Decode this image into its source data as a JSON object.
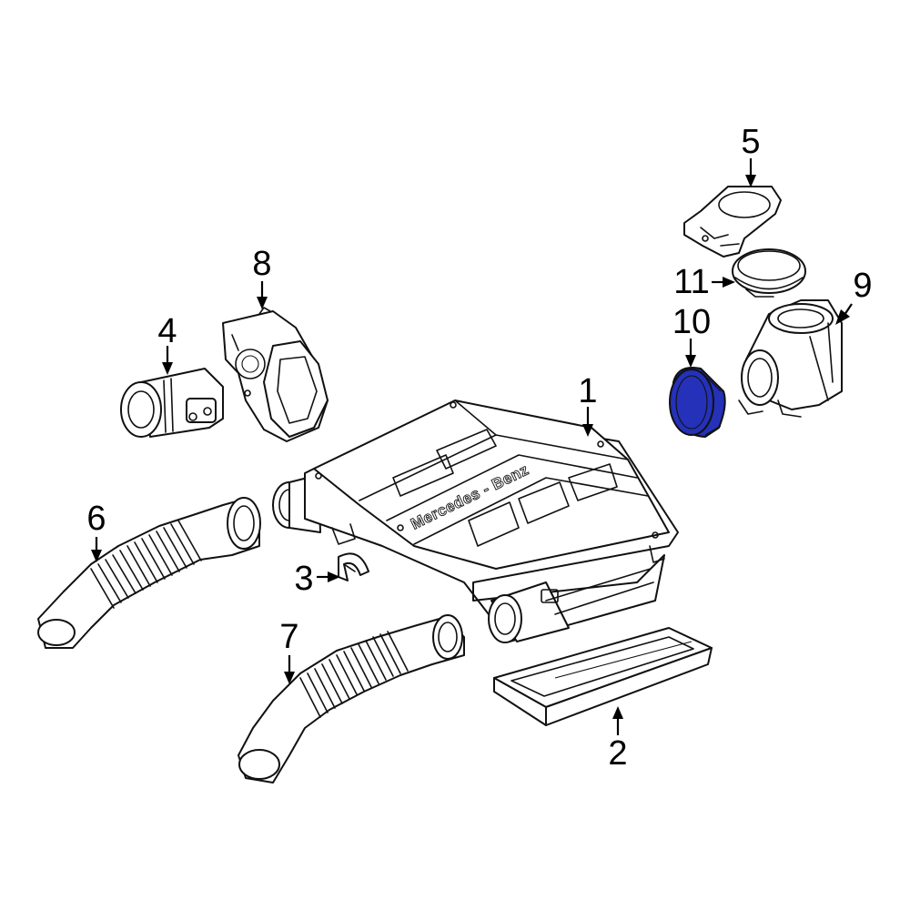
{
  "diagram": {
    "brand_text": "Mercedes - Benz",
    "highlight_color": "#2431b8",
    "line_color": "#111111",
    "callouts": [
      "1",
      "2",
      "3",
      "4",
      "5",
      "6",
      "7",
      "8",
      "9",
      "10",
      "11"
    ],
    "highlighted_part": "10"
  }
}
